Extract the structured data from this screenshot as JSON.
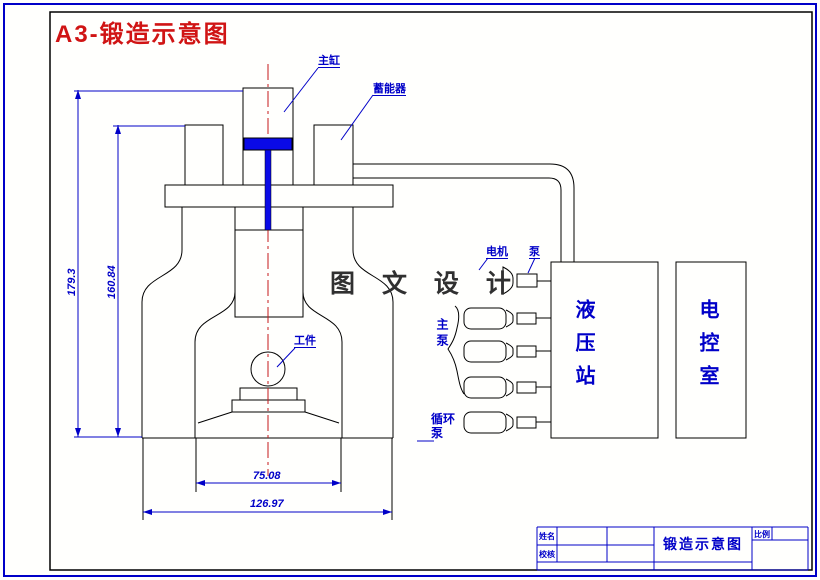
{
  "page": {
    "title": "A3-锻造示意图"
  },
  "watermark": "图 文 设 计",
  "labels": {
    "main_cylinder": "主缸",
    "accumulator": "蓄能器",
    "workpiece": "工件",
    "motor": "电机",
    "pump": "泵",
    "main_pumps": "主泵",
    "circulation_pump": "循环泵",
    "hydraulic_station": "液压站",
    "control_room": "电控室"
  },
  "dimensions": {
    "overall_height": "179.3",
    "inner_height": "160.84",
    "inner_width": "75.08",
    "overall_width": "126.97"
  },
  "title_block": {
    "name_label": "姓名",
    "check_label": "校核",
    "drawing_title": "锻造示意图",
    "scale_label": "比例"
  },
  "colors": {
    "line_blue": "#0000c8",
    "title_red": "#d01414",
    "centerline_red": "#c41a1a",
    "piston_blue": "#0a0ae6",
    "drawing_black": "#000000"
  }
}
